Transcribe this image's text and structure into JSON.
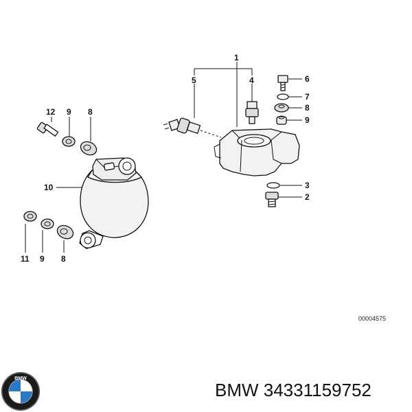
{
  "diagram": {
    "ref_number": "00004575",
    "labels": {
      "l1": "1",
      "l2": "2",
      "l3": "3",
      "l4": "4",
      "l5": "5",
      "l6": "6",
      "l7": "7",
      "l8_right": "8",
      "l9_right": "9",
      "l12": "12",
      "l9_top": "9",
      "l8_top": "8",
      "l10": "10",
      "l11": "11",
      "l9_bottom": "9",
      "l8_bottom": "8"
    }
  },
  "brand": {
    "logo_letters": "BMW"
  },
  "caption": {
    "part_number": "BMW 34331159752"
  },
  "colors": {
    "ink": "#111111",
    "part_fill": "#f2f2f2",
    "logo_blue": "#2d78c4",
    "logo_ring": "#1a1a1a"
  }
}
